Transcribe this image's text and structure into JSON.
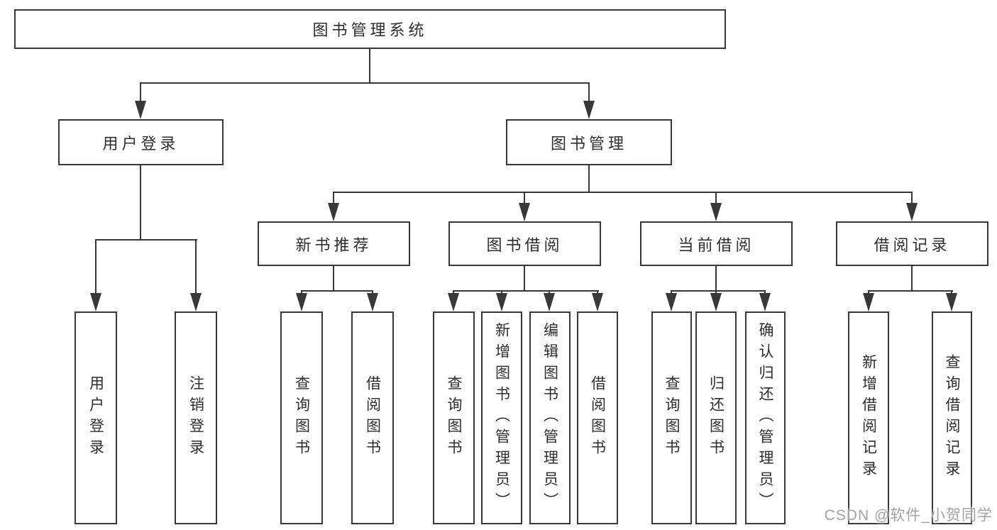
{
  "diagram": {
    "root": {
      "label": "图书管理系统",
      "children": [
        {
          "label": "用户登录",
          "children": [
            {
              "label": "用户登录"
            },
            {
              "label": "注销登录"
            }
          ]
        },
        {
          "label": "图书管理",
          "children": [
            {
              "label": "新书推荐",
              "children": [
                {
                  "label": "查询图书"
                },
                {
                  "label": "借阅图书"
                }
              ]
            },
            {
              "label": "图书借阅",
              "children": [
                {
                  "label": "查询图书"
                },
                {
                  "label": "新增图书（管理员）"
                },
                {
                  "label": "编辑图书（管理员）"
                },
                {
                  "label": "借阅图书"
                }
              ]
            },
            {
              "label": "当前借阅",
              "children": [
                {
                  "label": "查询图书"
                },
                {
                  "label": "归还图书"
                },
                {
                  "label": "确认归还（管理员）"
                }
              ]
            },
            {
              "label": "借阅记录",
              "children": [
                {
                  "label": "新增借阅记录"
                },
                {
                  "label": "查询借阅记录"
                }
              ]
            }
          ]
        }
      ]
    },
    "watermark": "CSDN @软件_小贺同学"
  },
  "colors": {
    "line": "#383838",
    "box_border": "#383838",
    "text": "#2e2e2e",
    "watermark": "#a3a3a3",
    "background": "#ffffff"
  }
}
